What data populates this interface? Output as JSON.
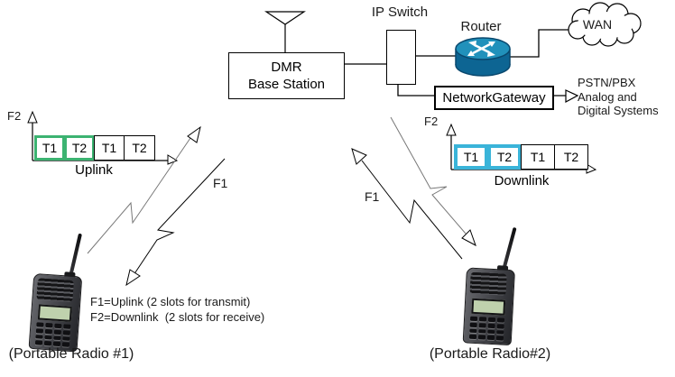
{
  "diagram": {
    "nodes": {
      "dmr": {
        "line1": "DMR",
        "line2": "Base Station"
      },
      "ip_switch": {
        "label": "IP Switch"
      },
      "router": {
        "label": "Router"
      },
      "wan": {
        "label": "WAN"
      },
      "gateway": {
        "label": "NetworkGateway"
      },
      "pstn": {
        "line1": "PSTN/PBX",
        "line2": "Analog and",
        "line3": "Digital Systems"
      }
    },
    "uplink": {
      "freq": "F2",
      "slots": [
        "T1",
        "T2",
        "T1",
        "T2"
      ],
      "label": "Uplink",
      "active_slot_color": "#3cb371"
    },
    "downlink": {
      "freq": "F2",
      "slots": [
        "T1",
        "T2",
        "T1",
        "T2"
      ],
      "label": "Downlink",
      "active_slot_color": "#3ab4d9"
    },
    "links": {
      "left_freq": "F1",
      "right_freq": "F1"
    },
    "legend": {
      "line1": "F1=Uplink (2 slots for transmit)",
      "line2": "F2=Downlink  (2 slots for receive)"
    },
    "radios": {
      "radio1": {
        "caption": "(Portable Radio #1)"
      },
      "radio2": {
        "caption": "(Portable Radio#2)"
      }
    },
    "colors": {
      "router_top": "#2191bb",
      "router_body": "#0d6593",
      "line": "#000000"
    }
  }
}
